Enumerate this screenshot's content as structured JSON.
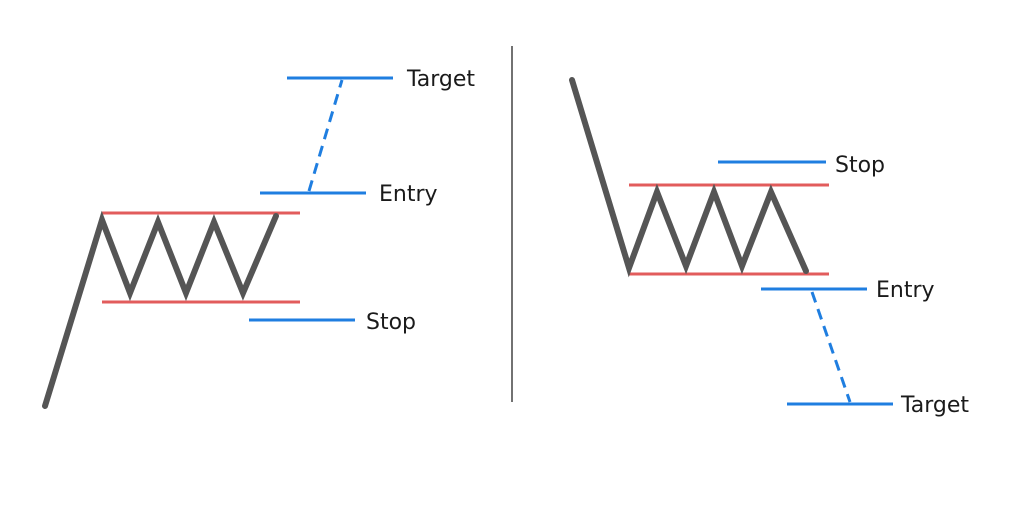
{
  "colors": {
    "price": "#555555",
    "channel": "#e25c5c",
    "level": "#1f7ee0",
    "divider": "#444444",
    "text": "#1a1a1a"
  },
  "panels": [
    {
      "pattern": "bullish-flag",
      "labels": {
        "target": "Target",
        "entry": "Entry",
        "stop": "Stop"
      }
    },
    {
      "pattern": "bearish-flag",
      "labels": {
        "stop": "Stop",
        "entry": "Entry",
        "target": "Target"
      }
    }
  ]
}
